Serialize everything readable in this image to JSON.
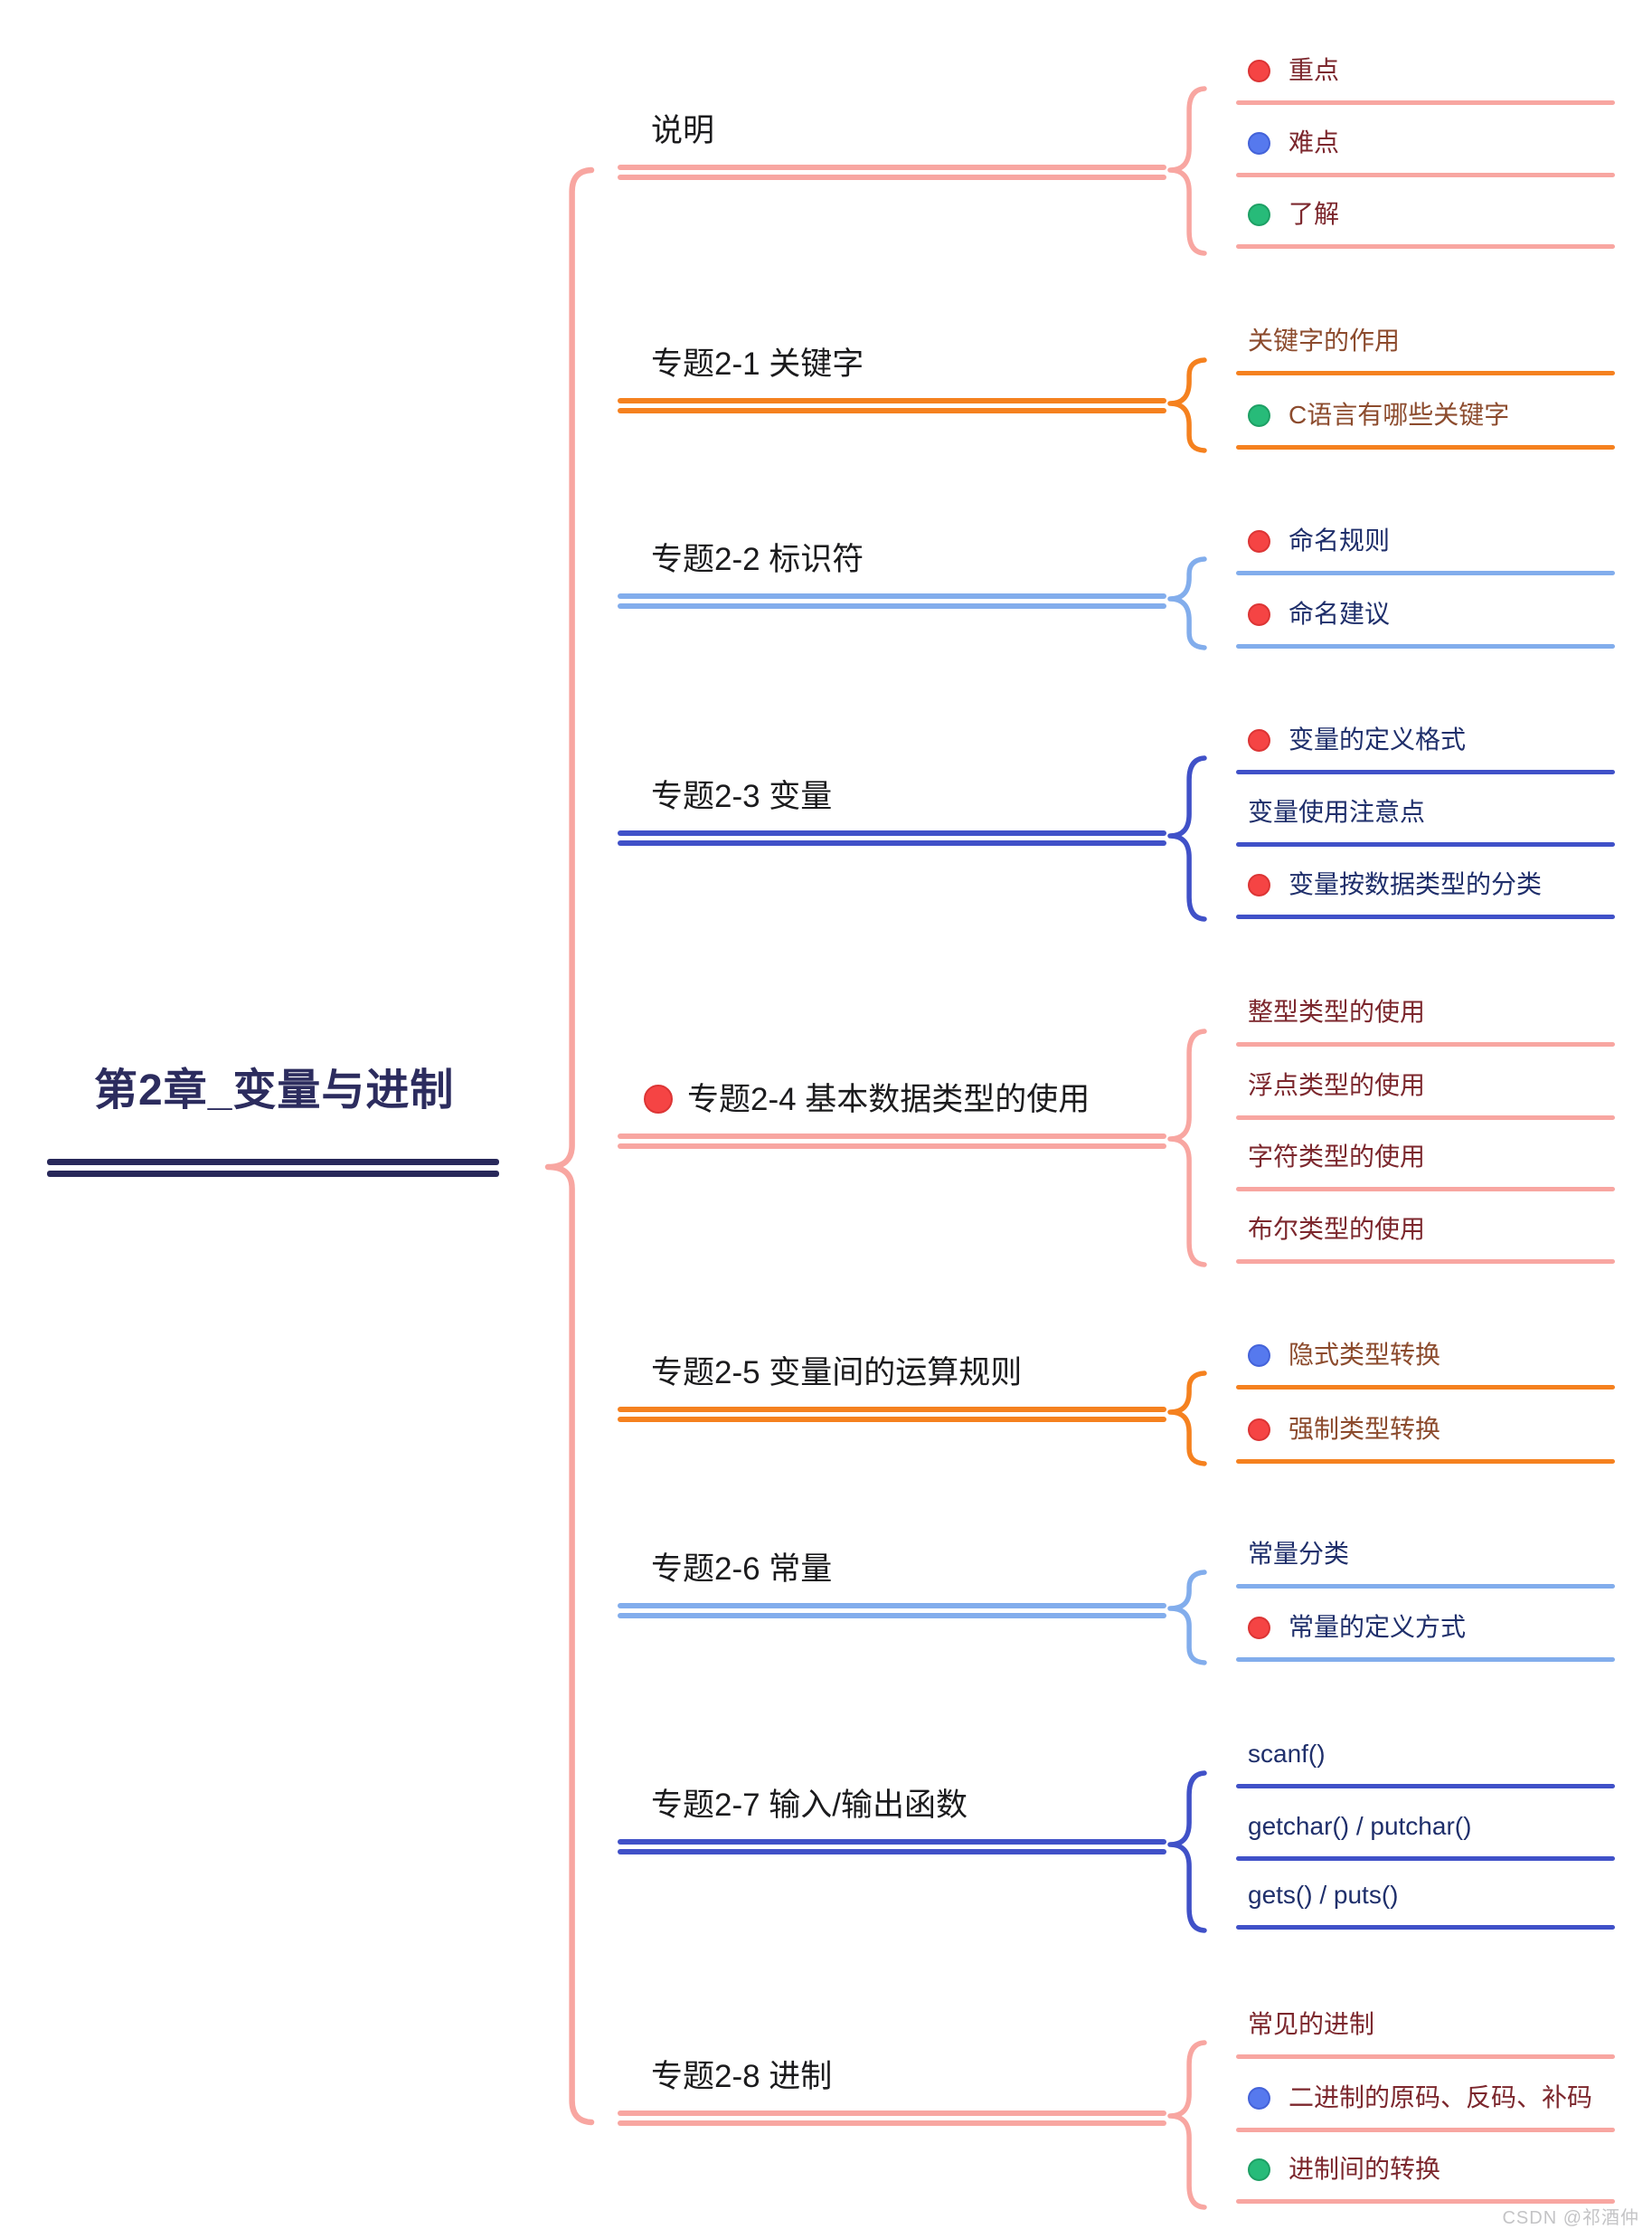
{
  "palette": {
    "salmon": "#F8A6A1",
    "orange": "#F5811F",
    "lightblue": "#82ADEC",
    "royalblue": "#4051C8",
    "root_text": "#2C2C5E",
    "root_line": "#28285A",
    "title_black": "#1B1B1D",
    "text_maroon": "#7C272D",
    "text_brown": "#8C4B2D",
    "text_navy": "#1F2F6B",
    "dot_red": "#F54444",
    "dot_red_border": "#DC3535",
    "dot_blue": "#5679EE",
    "dot_blue_border": "#4463D9",
    "dot_green": "#27BB79",
    "dot_green_border": "#1EA065",
    "watermark_gray": "#C4C4C6"
  },
  "root": {
    "label": "第2章_变量与进制"
  },
  "watermark": "CSDN @祁酒仲",
  "branches": [
    {
      "label": "说明",
      "color": "salmon",
      "text_color": "maroon",
      "children": [
        {
          "label": "重点",
          "dot": "red"
        },
        {
          "label": "难点",
          "dot": "blue"
        },
        {
          "label": "了解",
          "dot": "green"
        }
      ]
    },
    {
      "label": "专题2-1 关键字",
      "color": "orange",
      "text_color": "brown",
      "children": [
        {
          "label": "关键字的作用"
        },
        {
          "label": "C语言有哪些关键字",
          "dot": "green"
        }
      ]
    },
    {
      "label": "专题2-2 标识符",
      "color": "lightblue",
      "text_color": "navy",
      "children": [
        {
          "label": "命名规则",
          "dot": "red"
        },
        {
          "label": "命名建议",
          "dot": "red"
        }
      ]
    },
    {
      "label": "专题2-3 变量",
      "color": "royalblue",
      "text_color": "navy",
      "children": [
        {
          "label": "变量的定义格式",
          "dot": "red"
        },
        {
          "label": "变量使用注意点"
        },
        {
          "label": "变量按数据类型的分类",
          "dot": "red"
        }
      ]
    },
    {
      "label": "专题2-4 基本数据类型的使用",
      "dot": "red",
      "color": "salmon",
      "text_color": "maroon",
      "children": [
        {
          "label": "整型类型的使用"
        },
        {
          "label": "浮点类型的使用"
        },
        {
          "label": "字符类型的使用"
        },
        {
          "label": "布尔类型的使用"
        }
      ]
    },
    {
      "label": "专题2-5 变量间的运算规则",
      "color": "orange",
      "text_color": "brown",
      "children": [
        {
          "label": "隐式类型转换",
          "dot": "blue"
        },
        {
          "label": "强制类型转换",
          "dot": "red"
        }
      ]
    },
    {
      "label": "专题2-6 常量",
      "color": "lightblue",
      "text_color": "navy",
      "children": [
        {
          "label": "常量分类"
        },
        {
          "label": "常量的定义方式",
          "dot": "red"
        }
      ]
    },
    {
      "label": "专题2-7 输入/输出函数",
      "color": "royalblue",
      "text_color": "navy",
      "children": [
        {
          "label": "scanf()"
        },
        {
          "label": "getchar() / putchar()"
        },
        {
          "label": "gets() / puts()"
        }
      ]
    },
    {
      "label": "专题2-8 进制",
      "color": "salmon",
      "text_color": "maroon",
      "children": [
        {
          "label": "常见的进制"
        },
        {
          "label": "二进制的原码、反码、补码",
          "dot": "blue"
        },
        {
          "label": "进制间的转换",
          "dot": "green"
        }
      ]
    }
  ]
}
